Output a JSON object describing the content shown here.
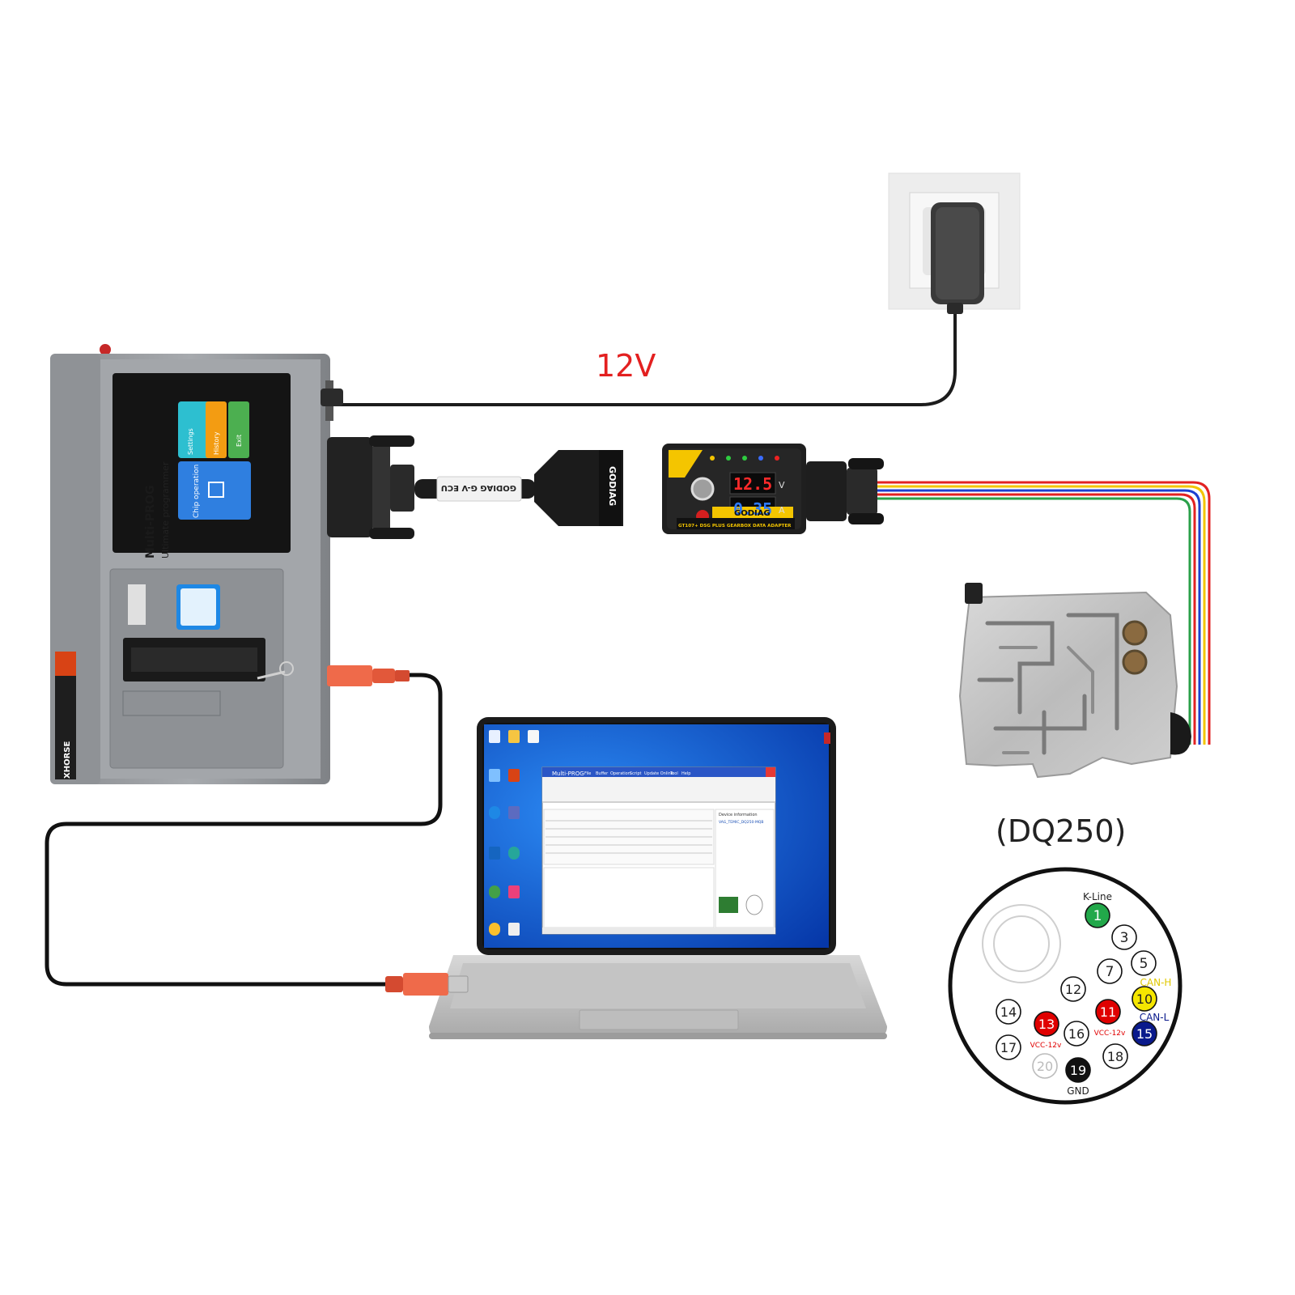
{
  "power_label": "12V",
  "gearbox": {
    "name": "(DQ250)"
  },
  "cable_label": "GODIAG G-V ECU",
  "adapter": {
    "brand": "GODIAG",
    "voltage": "12.5",
    "voltage_unit": "V",
    "current": "0.35",
    "current_unit": "A",
    "product_name": "GT107+ DSG PLUS GEARBOX DATA ADAPTER"
  },
  "programmer": {
    "brand": "XHORSE",
    "model": "Multi-PROG",
    "tagline": "Ultimate programmer",
    "screen_tile_main": "Chip operation",
    "screen_tile_1": "History",
    "screen_tile_2": "Settings",
    "screen_tile_3": "Exit"
  },
  "software": {
    "app_title": "Multi-PROG",
    "menu": [
      "File",
      "Buffer",
      "Operation",
      "Script",
      "Update Online",
      "Tool",
      "Help"
    ],
    "device_info_title": "Device information",
    "device_name": "VAG_TEMIC_DQ250-MQB"
  },
  "connector": {
    "pins": [
      {
        "num": "1",
        "fill": "#22a84a",
        "text_color": "#ffffff",
        "label": "K-Line",
        "label_color": "#222222"
      },
      {
        "num": "3",
        "fill": "#ffffff",
        "text_color": "#222222",
        "label": "",
        "label_color": "#222222"
      },
      {
        "num": "5",
        "fill": "#ffffff",
        "text_color": "#222222",
        "label": "",
        "label_color": "#222222"
      },
      {
        "num": "7",
        "fill": "#ffffff",
        "text_color": "#222222",
        "label": "",
        "label_color": "#222222"
      },
      {
        "num": "10",
        "fill": "#f5e600",
        "text_color": "#222222",
        "label": "CAN-H",
        "label_color": "#e0c800"
      },
      {
        "num": "11",
        "fill": "#e00000",
        "text_color": "#ffffff",
        "label": "VCC-12v",
        "label_color": "#e00000"
      },
      {
        "num": "12",
        "fill": "#ffffff",
        "text_color": "#222222",
        "label": "",
        "label_color": "#222222"
      },
      {
        "num": "13",
        "fill": "#e00000",
        "text_color": "#ffffff",
        "label": "VCC-12v",
        "label_color": "#e00000"
      },
      {
        "num": "14",
        "fill": "#ffffff",
        "text_color": "#222222",
        "label": "",
        "label_color": "#222222"
      },
      {
        "num": "15",
        "fill": "#0a1a8c",
        "text_color": "#ffffff",
        "label": "CAN-L",
        "label_color": "#0a1a8c"
      },
      {
        "num": "16",
        "fill": "#ffffff",
        "text_color": "#222222",
        "label": "",
        "label_color": "#222222"
      },
      {
        "num": "17",
        "fill": "#ffffff",
        "text_color": "#222222",
        "label": "",
        "label_color": "#222222"
      },
      {
        "num": "18",
        "fill": "#ffffff",
        "text_color": "#222222",
        "label": "",
        "label_color": "#222222"
      },
      {
        "num": "19",
        "fill": "#111111",
        "text_color": "#ffffff",
        "label": "GND",
        "label_color": "#222222"
      },
      {
        "num": "20",
        "fill": "#ffffff",
        "text_color": "#bbbbbb",
        "label": "",
        "label_color": "#222222"
      }
    ]
  },
  "colors": {
    "power_label": "#e32020",
    "desktop_blue": "#0a5fd6",
    "usb_orange": "#ee6a4a",
    "wire_red": "#e22222",
    "wire_yellow": "#f2c500",
    "wire_blue": "#1e3fd0",
    "wire_green": "#2aa04a"
  }
}
